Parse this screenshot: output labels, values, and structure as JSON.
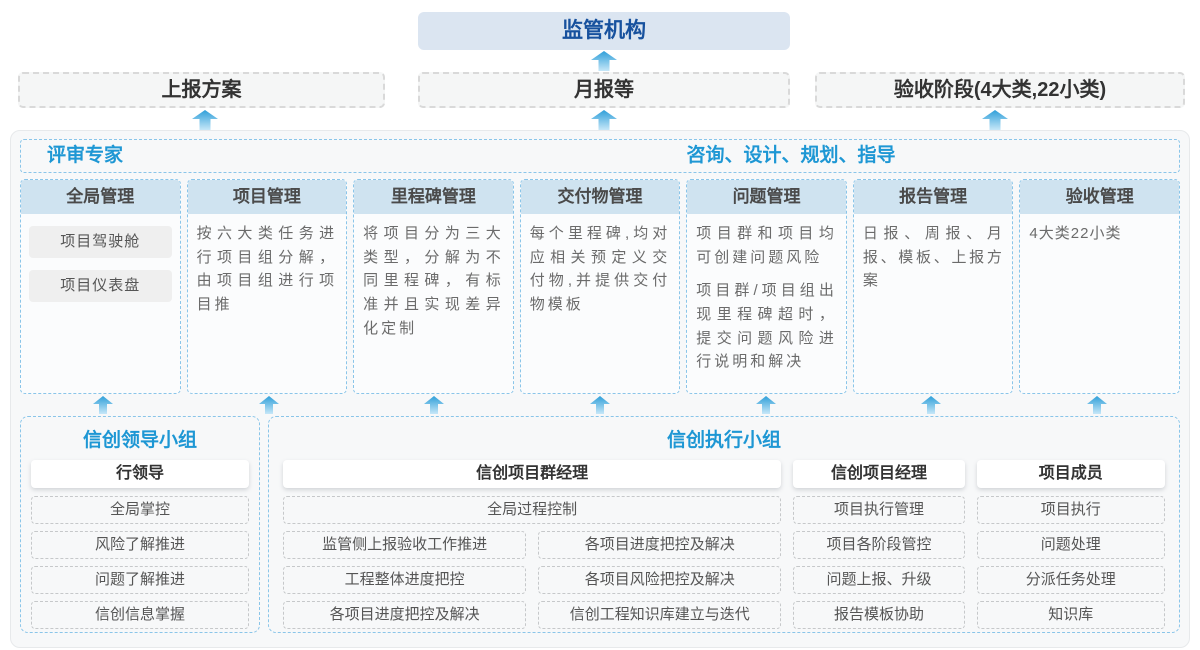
{
  "diagram": {
    "regulator": "监管机构",
    "deliverables": [
      "上报方案",
      "月报等",
      "验收阶段(4大类,22小类)"
    ],
    "platform": {
      "expert_label": "评审专家",
      "advisory_label": "咨询、设计、规划、指导",
      "columns": [
        {
          "title": "全局管理",
          "pills": [
            "项目驾驶舱",
            "项目仪表盘"
          ]
        },
        {
          "title": "项目管理",
          "body": "按六大类任务进行项目组分解，由项目组进行项目推"
        },
        {
          "title": "里程碑管理",
          "body": "将项目分为三大类型，分解为不同里程碑，有标准并且实现差异化定制"
        },
        {
          "title": "交付物管理",
          "body": "每个里程碑,均对应相关预定义交付物,并提供交付物模板"
        },
        {
          "title": "问题管理",
          "body": "项目群和项目均可创建问题风险",
          "body2": "项目群/项目组出现里程碑超时，提交问题风险进行说明和解决"
        },
        {
          "title": "报告管理",
          "body": "日报、周报、月报、模板、上报方案"
        },
        {
          "title": "验收管理",
          "body": "4大类22小类"
        }
      ]
    },
    "leader_group": {
      "title": "信创领导小组",
      "role": "行领导",
      "items": [
        "全局掌控",
        "风险了解推进",
        "问题了解推进",
        "信创信息掌握"
      ]
    },
    "exec_group": {
      "title": "信创执行小组",
      "pm_group": {
        "role": "信创项目群经理",
        "full_item": "全局过程控制",
        "left_items": [
          "监管侧上报验收工作推进",
          "工程整体进度把控",
          "各项目进度把控及解决"
        ],
        "right_items": [
          "各项目进度把控及解决",
          "各项目风险把控及解决",
          "信创工程知识库建立与迭代"
        ]
      },
      "project_manager": {
        "role": "信创项目经理",
        "items": [
          "项目执行管理",
          "项目各阶段管控",
          "问题上报、升级",
          "报告模板协助"
        ]
      },
      "member": {
        "role": "项目成员",
        "items": [
          "项目执行",
          "问题处理",
          "分派任务处理",
          "知识库"
        ]
      }
    }
  },
  "colors": {
    "accent_blue": "#1e97d4",
    "regulator_text": "#17519e",
    "regulator_bg": "#dbe5f1",
    "column_header_bg": "#cfe3f0",
    "dashed_blue": "#8ac5e9",
    "arrow_gradient_top": "#2f9fd9",
    "arrow_gradient_bottom": "#c6e7f8"
  }
}
